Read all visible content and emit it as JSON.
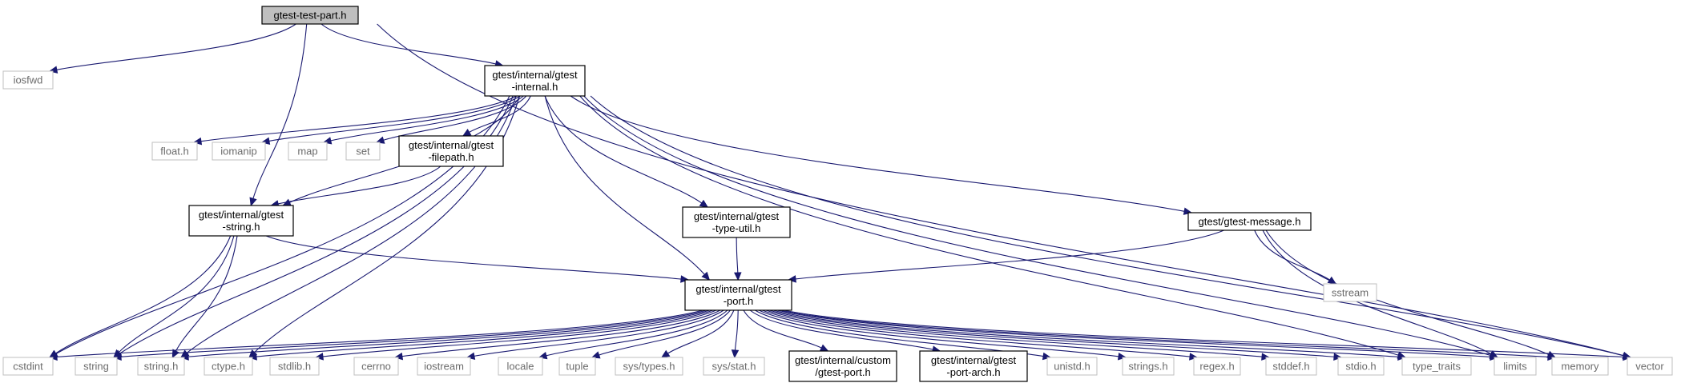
{
  "graph": {
    "nodes": [
      {
        "id": "root",
        "lines": [
          "gtest-test-part.h"
        ],
        "kind": "root"
      },
      {
        "id": "internal",
        "lines": [
          "gtest/internal/gtest",
          "-internal.h"
        ],
        "kind": "main"
      },
      {
        "id": "iosfwd",
        "lines": [
          "iosfwd"
        ],
        "kind": "ext"
      },
      {
        "id": "floath",
        "lines": [
          "float.h"
        ],
        "kind": "ext"
      },
      {
        "id": "iomanip",
        "lines": [
          "iomanip"
        ],
        "kind": "ext"
      },
      {
        "id": "map",
        "lines": [
          "map"
        ],
        "kind": "ext"
      },
      {
        "id": "set",
        "lines": [
          "set"
        ],
        "kind": "ext"
      },
      {
        "id": "filepath",
        "lines": [
          "gtest/internal/gtest",
          "-filepath.h"
        ],
        "kind": "main"
      },
      {
        "id": "string_h_int",
        "lines": [
          "gtest/internal/gtest",
          "-string.h"
        ],
        "kind": "main"
      },
      {
        "id": "typeutil",
        "lines": [
          "gtest/internal/gtest",
          "-type-util.h"
        ],
        "kind": "main"
      },
      {
        "id": "message",
        "lines": [
          "gtest/gtest-message.h"
        ],
        "kind": "main"
      },
      {
        "id": "sstream",
        "lines": [
          "sstream"
        ],
        "kind": "ext"
      },
      {
        "id": "port",
        "lines": [
          "gtest/internal/gtest",
          "-port.h"
        ],
        "kind": "main"
      },
      {
        "id": "cstdint",
        "lines": [
          "cstdint"
        ],
        "kind": "ext"
      },
      {
        "id": "string",
        "lines": [
          "string"
        ],
        "kind": "ext"
      },
      {
        "id": "stringh",
        "lines": [
          "string.h"
        ],
        "kind": "ext"
      },
      {
        "id": "ctypeh",
        "lines": [
          "ctype.h"
        ],
        "kind": "ext"
      },
      {
        "id": "stdlibh",
        "lines": [
          "stdlib.h"
        ],
        "kind": "ext"
      },
      {
        "id": "cerrno",
        "lines": [
          "cerrno"
        ],
        "kind": "ext"
      },
      {
        "id": "iostream",
        "lines": [
          "iostream"
        ],
        "kind": "ext"
      },
      {
        "id": "locale",
        "lines": [
          "locale"
        ],
        "kind": "ext"
      },
      {
        "id": "tuple",
        "lines": [
          "tuple"
        ],
        "kind": "ext"
      },
      {
        "id": "systypes",
        "lines": [
          "sys/types.h"
        ],
        "kind": "ext"
      },
      {
        "id": "sysstat",
        "lines": [
          "sys/stat.h"
        ],
        "kind": "ext"
      },
      {
        "id": "custom",
        "lines": [
          "gtest/internal/custom",
          "/gtest-port.h"
        ],
        "kind": "main"
      },
      {
        "id": "portarch",
        "lines": [
          "gtest/internal/gtest",
          "-port-arch.h"
        ],
        "kind": "main"
      },
      {
        "id": "unistd",
        "lines": [
          "unistd.h"
        ],
        "kind": "ext"
      },
      {
        "id": "strings",
        "lines": [
          "strings.h"
        ],
        "kind": "ext"
      },
      {
        "id": "regex",
        "lines": [
          "regex.h"
        ],
        "kind": "ext"
      },
      {
        "id": "stddef",
        "lines": [
          "stddef.h"
        ],
        "kind": "ext"
      },
      {
        "id": "stdio",
        "lines": [
          "stdio.h"
        ],
        "kind": "ext"
      },
      {
        "id": "typetraits",
        "lines": [
          "type_traits"
        ],
        "kind": "ext"
      },
      {
        "id": "limits",
        "lines": [
          "limits"
        ],
        "kind": "ext"
      },
      {
        "id": "memory",
        "lines": [
          "memory"
        ],
        "kind": "ext"
      },
      {
        "id": "vector",
        "lines": [
          "vector"
        ],
        "kind": "ext"
      }
    ],
    "edges": [
      [
        "root",
        "iosfwd"
      ],
      [
        "root",
        "internal"
      ],
      [
        "root",
        "string_h_int"
      ],
      [
        "root",
        "vector"
      ],
      [
        "internal",
        "floath"
      ],
      [
        "internal",
        "iomanip"
      ],
      [
        "internal",
        "map"
      ],
      [
        "internal",
        "set"
      ],
      [
        "internal",
        "filepath"
      ],
      [
        "internal",
        "string_h_int"
      ],
      [
        "internal",
        "typeutil"
      ],
      [
        "internal",
        "message"
      ],
      [
        "internal",
        "port"
      ],
      [
        "internal",
        "cstdint"
      ],
      [
        "internal",
        "string"
      ],
      [
        "internal",
        "stringh"
      ],
      [
        "internal",
        "ctypeh"
      ],
      [
        "internal",
        "limits"
      ],
      [
        "internal",
        "typetraits"
      ],
      [
        "internal",
        "vector"
      ],
      [
        "filepath",
        "string_h_int"
      ],
      [
        "string_h_int",
        "port"
      ],
      [
        "string_h_int",
        "cstdint"
      ],
      [
        "string_h_int",
        "string"
      ],
      [
        "string_h_int",
        "stringh"
      ],
      [
        "typeutil",
        "port"
      ],
      [
        "message",
        "port"
      ],
      [
        "message",
        "sstream"
      ],
      [
        "message",
        "limits"
      ],
      [
        "message",
        "memory"
      ],
      [
        "port",
        "cstdint"
      ],
      [
        "port",
        "string"
      ],
      [
        "port",
        "stringh"
      ],
      [
        "port",
        "ctypeh"
      ],
      [
        "port",
        "stdlibh"
      ],
      [
        "port",
        "cerrno"
      ],
      [
        "port",
        "iostream"
      ],
      [
        "port",
        "locale"
      ],
      [
        "port",
        "tuple"
      ],
      [
        "port",
        "systypes"
      ],
      [
        "port",
        "sysstat"
      ],
      [
        "port",
        "custom"
      ],
      [
        "port",
        "portarch"
      ],
      [
        "port",
        "unistd"
      ],
      [
        "port",
        "strings"
      ],
      [
        "port",
        "regex"
      ],
      [
        "port",
        "stddef"
      ],
      [
        "port",
        "stdio"
      ],
      [
        "port",
        "typetraits"
      ],
      [
        "port",
        "limits"
      ],
      [
        "port",
        "memory"
      ],
      [
        "port",
        "vector"
      ]
    ]
  }
}
